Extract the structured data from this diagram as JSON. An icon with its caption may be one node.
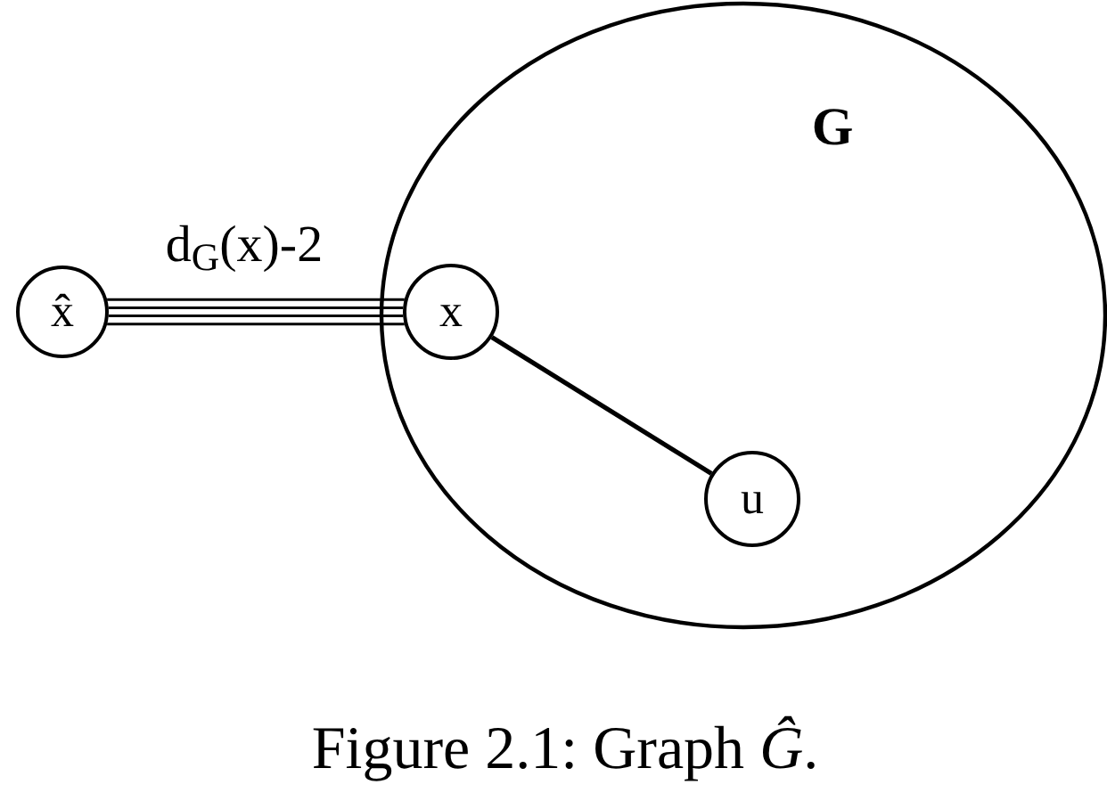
{
  "diagram": {
    "caption": "Figure 2.1: Graph *Ĝ*.",
    "nodes": [
      {
        "text": [
          "G"
        ]
      },
      {
        "text": [
          "x̂"
        ]
      },
      {
        "text": [
          "x"
        ],
        "in": 0
      },
      {
        "text": [
          "u"
        ],
        "in": 0
      }
    ],
    "edges": [
      {
        "from": 1,
        "to": 2,
        "arrow": "none",
        "label": "d$_{G}$(x)-2"
      },
      {
        "from": 1,
        "to": 2,
        "arrow": "none"
      },
      {
        "from": 1,
        "to": 2,
        "arrow": "none"
      },
      {
        "from": 1,
        "to": 2,
        "arrow": "none"
      },
      {
        "from": 2,
        "to": 3,
        "arrow": "none"
      }
    ]
  }
}
